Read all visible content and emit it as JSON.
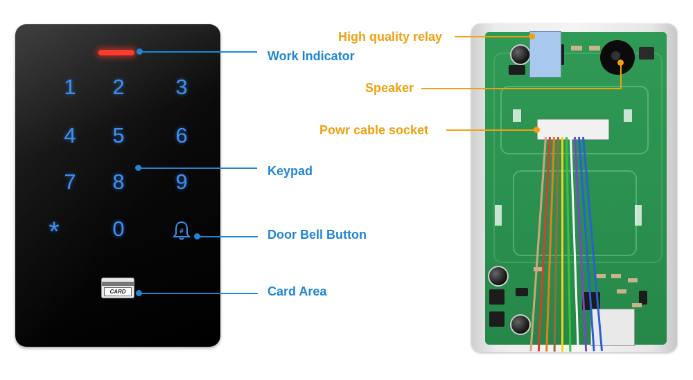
{
  "keypad": {
    "keys": [
      "1",
      "2",
      "3",
      "4",
      "5",
      "6",
      "7",
      "8",
      "9",
      "*",
      "0"
    ],
    "card_text": "CARD"
  },
  "callouts": {
    "work_indicator": "Work Indicator",
    "keypad": "Keypad",
    "door_bell_button": "Door Bell Button",
    "card_area": "Card Area",
    "relay": "High quality relay",
    "speaker": "Speaker",
    "power_socket": "Powr cable socket"
  },
  "colors": {
    "left_label": "#1f86d6",
    "right_label": "#f2a012",
    "key_glow": "#3f8ff2",
    "led": "#ff3a2a",
    "pcb": "#2b9150"
  }
}
